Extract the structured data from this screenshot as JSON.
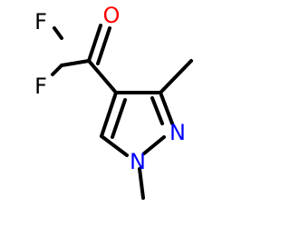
{
  "molecule": {
    "atoms": {
      "oxygen": {
        "symbol": "O",
        "color": "#ff0000"
      },
      "fluorine_top": {
        "symbol": "F",
        "color": "#000000"
      },
      "fluorine_bottom": {
        "symbol": "F",
        "color": "#000000"
      },
      "nitrogen_ring": {
        "symbol": "N",
        "color": "#0000ff"
      },
      "nitrogen_methyl": {
        "symbol": "N",
        "color": "#0000ff"
      }
    }
  }
}
